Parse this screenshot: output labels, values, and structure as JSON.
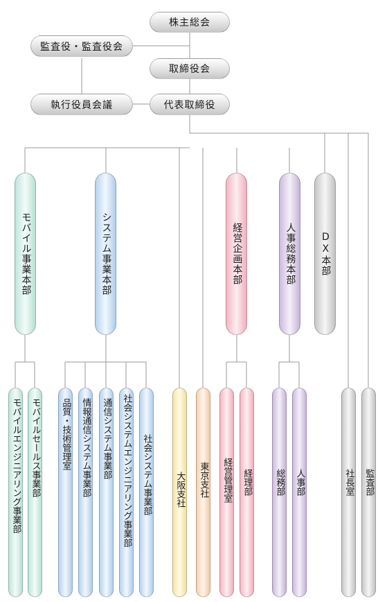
{
  "org": {
    "shareholders_meeting": "株主総会",
    "auditors": "監査役・監査役会",
    "board": "取締役会",
    "exec_officers_meeting": "執行役員会議",
    "representative_director": "代表取締役",
    "divisions": {
      "mobile": "モバイル事業本部",
      "system": "システム事業本部",
      "corporate_planning": "経営企画本部",
      "hr_general": "人事総務本部",
      "dx": "DX本部"
    },
    "departments": {
      "mobile_engineering": "モバイルエンジニアリング事業部",
      "mobile_sales": "モバイルセールス事業部",
      "quality_tech": "品質・技術管理室",
      "info_comm_system": "情報通信システム事業部",
      "comm_system": "通信システム事業部",
      "social_system_engineering": "社会システムエンジニアリング事業部",
      "social_system": "社会システム事業部",
      "osaka_branch": "大阪支社",
      "tokyo_branch": "東京支社",
      "mgmt_control": "経営管理室",
      "accounting": "経理部",
      "general_affairs": "総務部",
      "hr": "人事部",
      "president_office": "社長室",
      "audit": "監査部"
    }
  },
  "colors": {
    "line": "#9a9a9a",
    "mobile": "#b6e0d4",
    "system": "#aecdec",
    "planning": "#f2aebd",
    "hr": "#c6b3d8",
    "gray": "#c2c2c2",
    "osaka": "#f4e09a",
    "tokyo": "#f2c9a6"
  }
}
